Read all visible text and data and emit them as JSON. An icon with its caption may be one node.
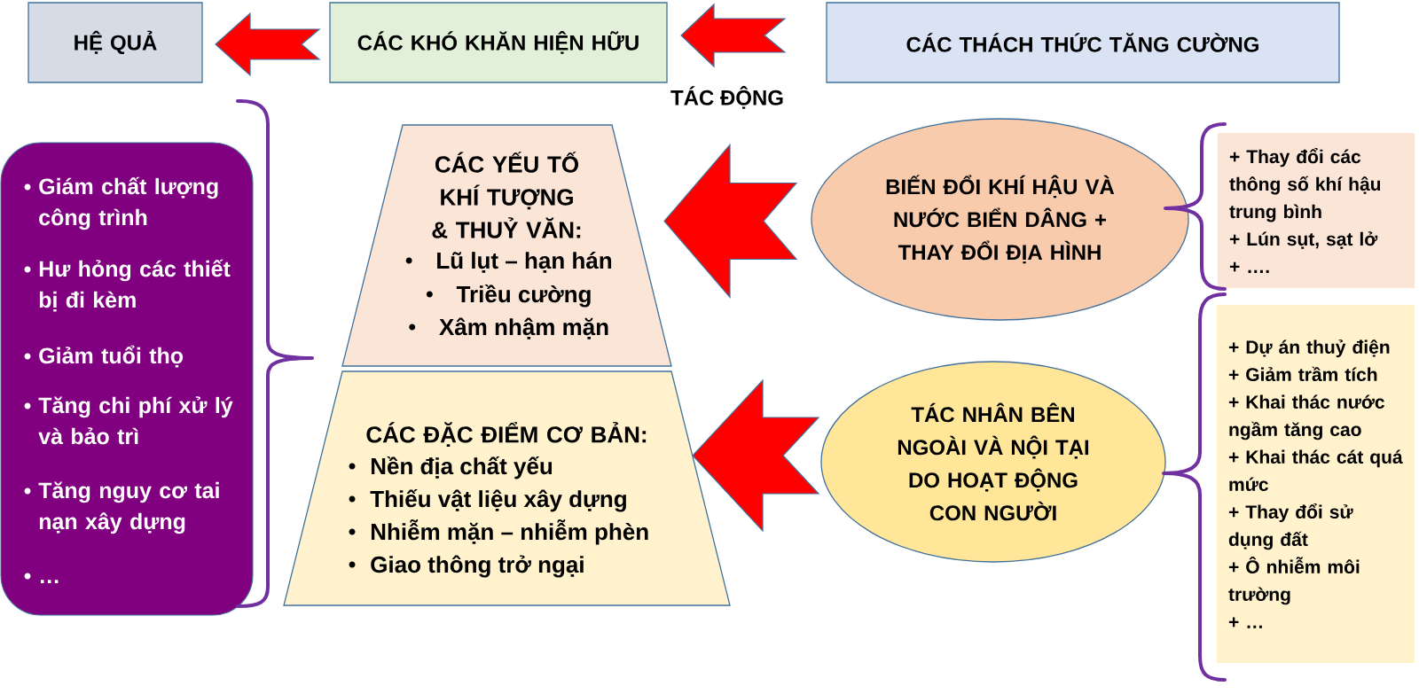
{
  "diagram": {
    "nodes": [
      {
        "text": [
          "HỆ QUẢ"
        ]
      },
      {
        "text": [
          "CÁC KHÓ KHĂN HIỆN HỮU"
        ]
      },
      {
        "text": [
          "CÁC THÁCH THỨC TĂNG CƯỜNG"
        ]
      },
      {
        "text": [
          "Giám chất lượng công trình",
          "Hư hỏng các thiết bị đi kèm",
          "Giảm tuổi thọ",
          "Tăng chi phí xử lý và bảo trì",
          "Tăng nguy cơ tai nạn xây dựng",
          "…"
        ]
      },
      {
        "text": [
          "CÁC YẾU TỐ KHÍ TƯỢNG & THUỶ VĂN:",
          "Lũ lụt – hạn hán",
          "Triều cường",
          "Xâm nhậm mặn"
        ]
      },
      {
        "text": [
          "CÁC ĐẶC ĐIỂM CƠ BẢN:",
          "Nền địa chất yếu",
          "Thiếu vật liệu xây dựng",
          "Nhiễm mặn – nhiễm phèn",
          "Giao thông trở ngại"
        ]
      },
      {
        "text": [
          "BIẾN ĐỔI KHÍ HẬU VÀ NƯỚC BIỂN DÂNG + THAY ĐỔI ĐỊA HÌNH"
        ]
      },
      {
        "text": [
          "TÁC NHÂN BÊN NGOÀI VÀ NỘI TẠI DO HOẠT ĐỘNG CON NGƯỜI"
        ]
      },
      {
        "text": [
          "+ Thay đổi các thông số khí hậu trung bình",
          "+ Lún sụt, sạt lở",
          "+ …."
        ]
      },
      {
        "text": [
          "+ Dự án thuỷ điện",
          "+ Giảm trầm tích",
          "+ Khai thác nước ngầm tăng cao",
          "+ Khai thác cát quá mức",
          "+ Thay đổi sử dụng đất",
          "+ Ô nhiễm môi trường",
          "+ …"
        ]
      }
    ],
    "edges": [
      {
        "from": 1,
        "to": 0,
        "arrow": "to"
      },
      {
        "from": 2,
        "to": 1,
        "arrow": "to",
        "label": "TÁC ĐỘNG"
      },
      {
        "from": 6,
        "to": 4,
        "arrow": "to"
      },
      {
        "from": 7,
        "to": 5,
        "arrow": "to"
      }
    ]
  }
}
